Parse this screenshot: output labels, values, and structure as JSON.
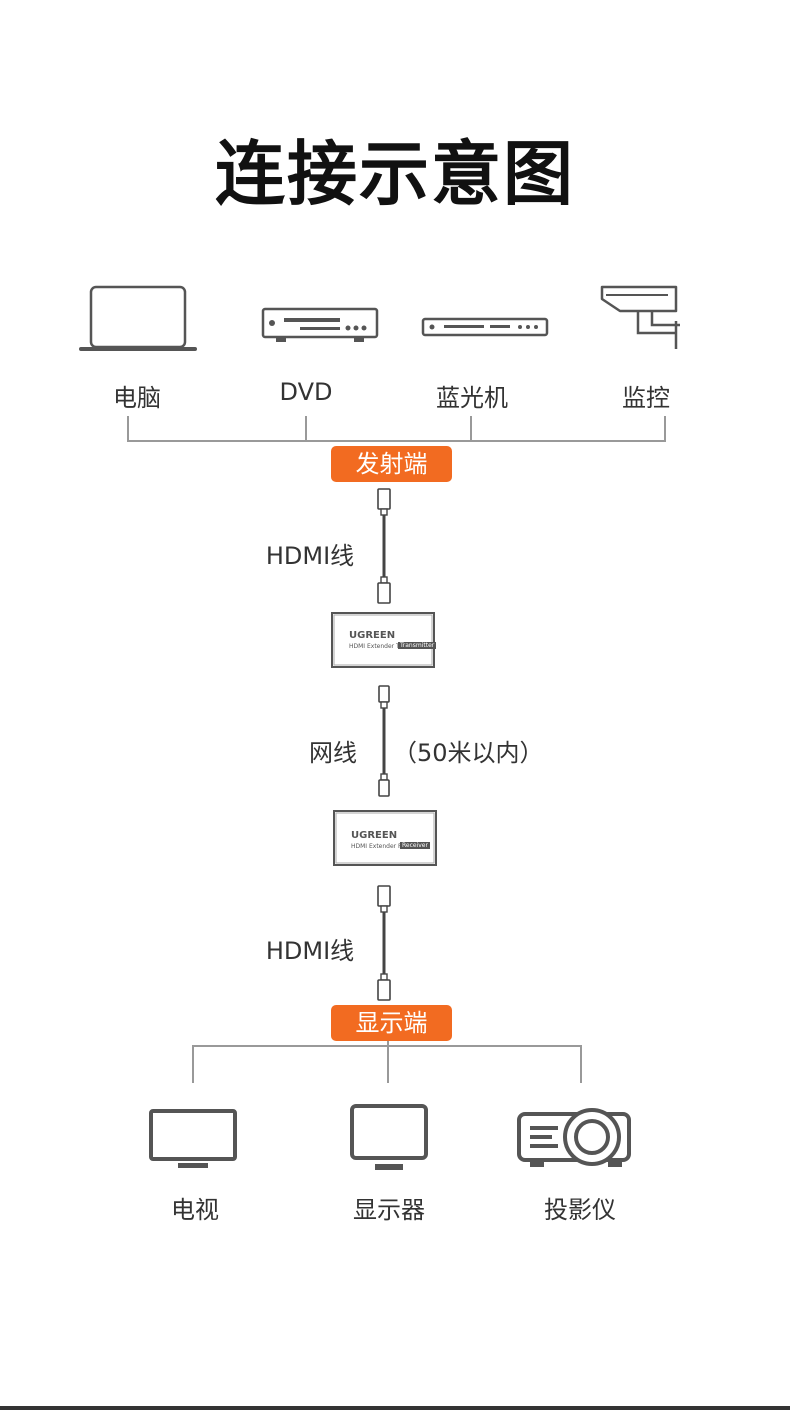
{
  "title": "连接示意图",
  "sources": [
    {
      "label": "电脑",
      "icon": "laptop-icon"
    },
    {
      "label": "DVD",
      "icon": "dvd-player-icon"
    },
    {
      "label": "蓝光机",
      "icon": "bluray-player-icon"
    },
    {
      "label": "监控",
      "icon": "security-camera-icon"
    }
  ],
  "transmitter_badge": "发射端",
  "receiver_badge": "显示端",
  "badge_color": "#f26b21",
  "cable_top_label": "HDMI线",
  "cable_middle_label": "网线",
  "cable_middle_note": "（50米以内）",
  "cable_bottom_label": "HDMI线",
  "transmitter_box": {
    "brand": "UGREEN",
    "model": "HDMI Extender TX",
    "tag": "Transmitter"
  },
  "receiver_box": {
    "brand": "UGREEN",
    "model": "HDMI Extender RX",
    "tag": "Receiver"
  },
  "displays": [
    {
      "label": "电视",
      "icon": "tv-icon"
    },
    {
      "label": "显示器",
      "icon": "monitor-icon"
    },
    {
      "label": "投影仪",
      "icon": "projector-icon"
    }
  ]
}
